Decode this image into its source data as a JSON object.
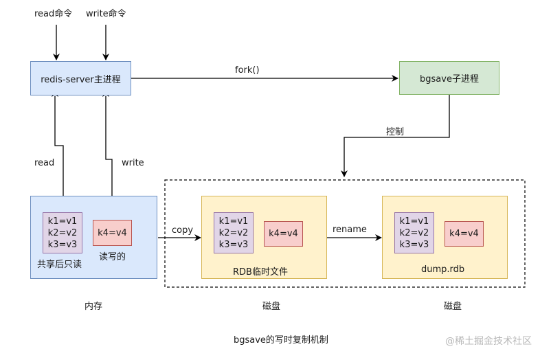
{
  "top": {
    "read_cmd": "read命令",
    "write_cmd": "write命令"
  },
  "nodes": {
    "main_process": "redis-server主进程",
    "child_process": "bgsave子进程"
  },
  "edges": {
    "fork": "fork()",
    "control": "控制",
    "read": "read",
    "write": "write",
    "copy": "copy",
    "rename": "rename"
  },
  "memory": {
    "shared": [
      "k1=v1",
      "k2=v2",
      "k3=v3"
    ],
    "written": "k4=v4",
    "shared_label": "共享后只读",
    "written_label": "读写的",
    "section_label": "内存"
  },
  "rdb_temp": {
    "shared": [
      "k1=v1",
      "k2=v2",
      "k3=v3"
    ],
    "written": "k4=v4",
    "label": "RDB临时文件",
    "section_label": "磁盘"
  },
  "dump": {
    "shared": [
      "k1=v1",
      "k2=v2",
      "k3=v3"
    ],
    "written": "k4=v4",
    "label": "dump.rdb",
    "section_label": "磁盘"
  },
  "caption": "bgsave的写时复制机制",
  "watermark": "@稀土掘金技术社区",
  "colors": {
    "blue_fill": "#dae8fc",
    "green_fill": "#d5e8d4",
    "yellow_fill": "#fff2cc",
    "purple_fill": "#e1d5e7",
    "red_fill": "#f8cecc"
  }
}
